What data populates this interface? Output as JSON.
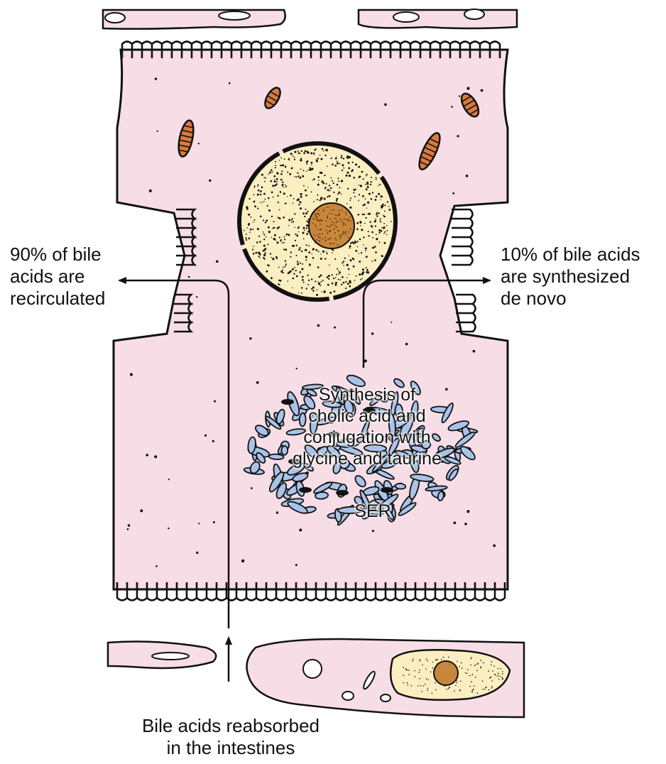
{
  "labels": {
    "left": [
      "90% of bile",
      "acids are",
      "recirculated"
    ],
    "right": [
      "10% of bile acids",
      "are synthesized",
      "de novo"
    ],
    "ser": [
      "Synthesis of",
      "cholic acid and",
      "conjugation with",
      "glycine and taurine"
    ],
    "ser_name": "SER",
    "bottom": [
      "Bile acids reabsorbed",
      "in the intestines"
    ]
  },
  "colors": {
    "cell": "#f7dde6",
    "nucleus": "#fbeec0",
    "nucleolus": "#c8863a",
    "mitochondria": "#d97a3e",
    "ser": "#a9c3e8",
    "outline": "#111111"
  }
}
